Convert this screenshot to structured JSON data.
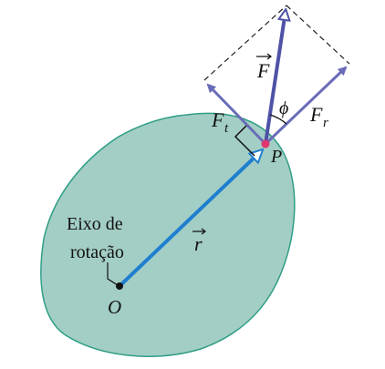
{
  "diagram": {
    "labels": {
      "axis_line1": "Eixo de",
      "axis_line2": "rotação",
      "origin": "O",
      "point": "P",
      "r": "r",
      "F": "F",
      "F_t_main": "F",
      "F_t_sub": "t",
      "F_r_main": "F",
      "F_r_sub": "r",
      "phi": "ϕ"
    },
    "colors": {
      "body_fill": "#a3cec5",
      "body_stroke": "#2f9e86",
      "r_vector": "#1f7fcf",
      "force_vectors": "#6a6cb8",
      "force_main": "#4e52a6",
      "point_marker": "#e0356e",
      "origin_marker": "#111111",
      "dashed_lines": "#222222"
    }
  }
}
